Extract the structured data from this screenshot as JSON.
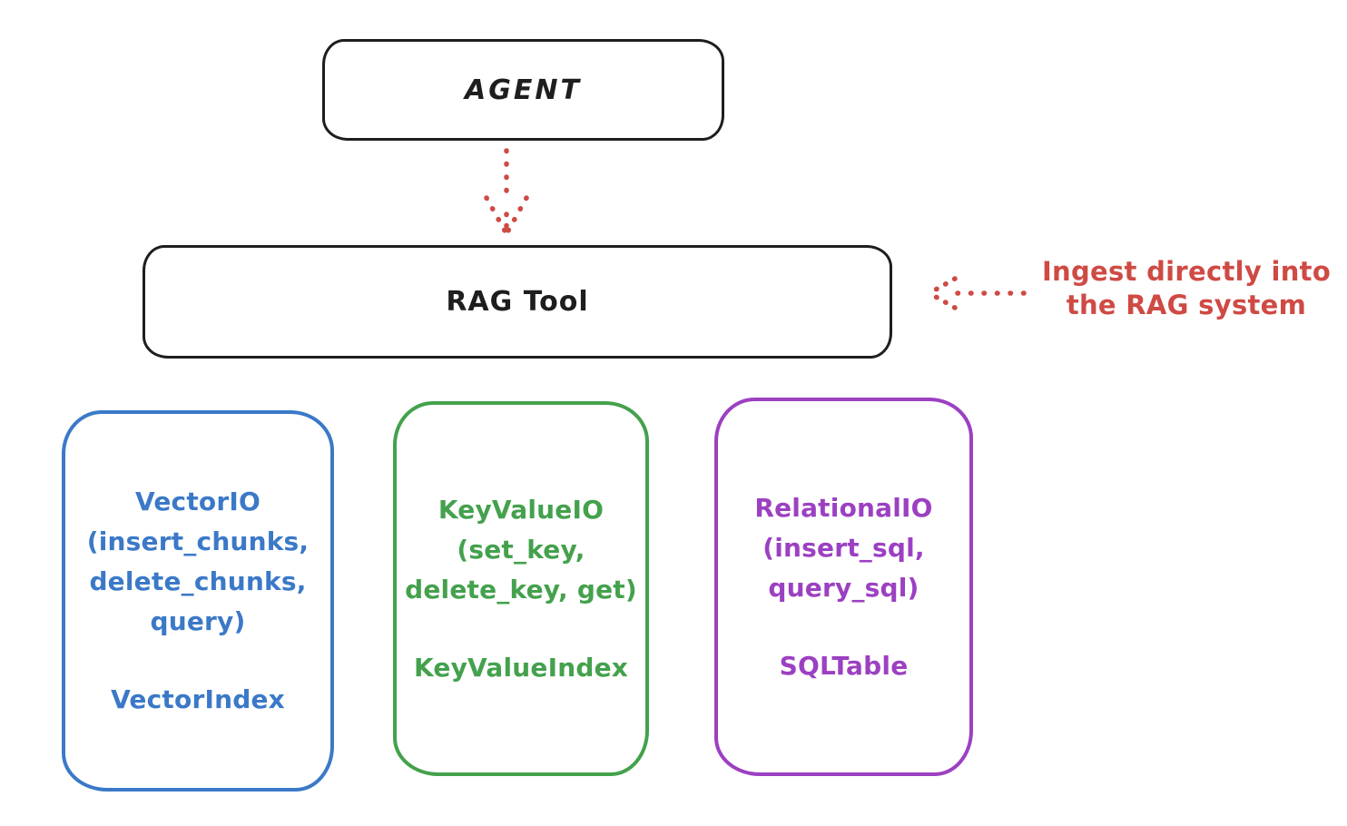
{
  "colors": {
    "ink": "#1e1e1e",
    "red": "#cf4a44",
    "blue": "#3b79c8",
    "green": "#44a14d",
    "purple": "#9c40c2"
  },
  "agent_box": {
    "label": "AGENT"
  },
  "rag_tool_box": {
    "label": "RAG Tool"
  },
  "ingest_annotation": {
    "text": "Ingest directly into\nthe RAG system"
  },
  "io_boxes": [
    {
      "id": "vector-io",
      "color": "#3b79c8",
      "interface": "VectorIO\n(insert_chunks,\ndelete_chunks,\nquery)",
      "index": "VectorIndex"
    },
    {
      "id": "keyvalue-io",
      "color": "#44a14d",
      "interface": "KeyValueIO\n(set_key,\ndelete_key, get)",
      "index": "KeyValueIndex"
    },
    {
      "id": "relational-io",
      "color": "#9c40c2",
      "interface": "RelationalIO\n(insert_sql,\nquery_sql)",
      "index": "SQLTable"
    }
  ]
}
